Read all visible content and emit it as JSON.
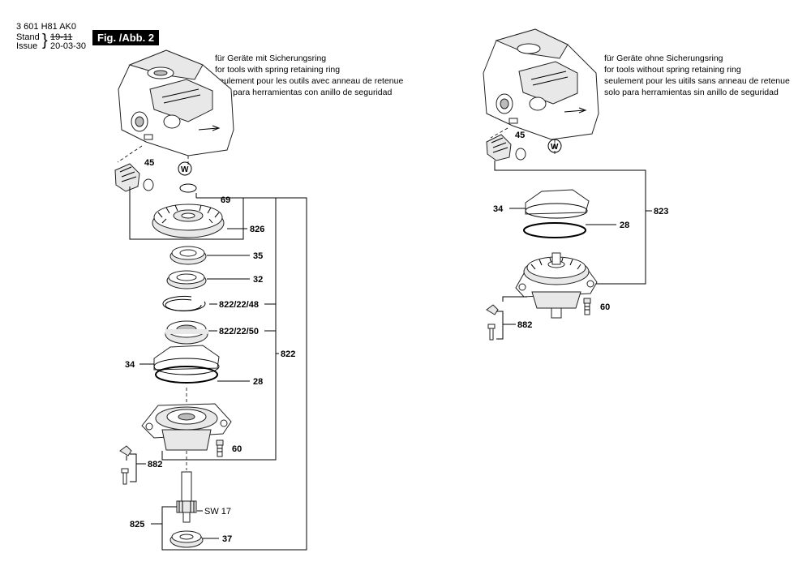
{
  "header": {
    "part_number": "3 601 H81 AK0",
    "stand_label": "Stand",
    "issue_label": "Issue",
    "stand_old": "19-11",
    "issue_date": "20-03-30",
    "figure": "Fig. /Abb. 2"
  },
  "left_caption": [
    "für Geräte mit Sicherungsring",
    "for tools with spring retaining ring",
    "seulement pour les outils avec anneau de retenue",
    "solo para herramientas con anillo de seguridad"
  ],
  "right_caption": [
    "für Geräte ohne Sicherungsring",
    "for tools without spring retaining ring",
    "seulement pour les uitils sans anneau de retenue",
    "solo para herramientas sin anillo de seguridad"
  ],
  "w_symbol": "W",
  "left_labels": {
    "p45": "45",
    "p69": "69",
    "p826": "826",
    "p35": "35",
    "p32": "32",
    "p822_22_48": "822/22/48",
    "p822_22_50": "822/22/50",
    "p822": "822",
    "p34": "34",
    "p28": "28",
    "p60": "60",
    "p882": "882",
    "sw17": "SW 17",
    "p825": "825",
    "p37": "37"
  },
  "right_labels": {
    "p45": "45",
    "p34": "34",
    "p28": "28",
    "p823": "823",
    "p60": "60",
    "p882": "882"
  }
}
